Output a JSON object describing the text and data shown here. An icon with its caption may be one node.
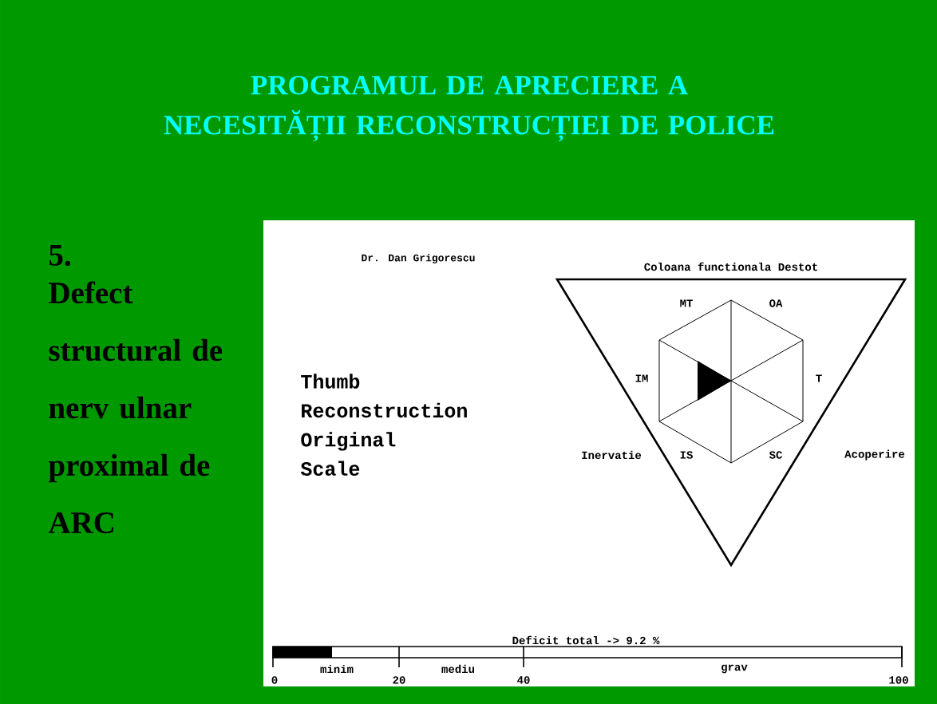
{
  "diagram": {
    "title": "PROGRAMUL DE APRECIERE A NECESITĂȚII RECONSTRUCȚIEI DE POLICE",
    "labels": [
      "5.",
      "Defect structural de nerv ulnar proximal de ARC",
      "Dr. Dan Grigorescu",
      "Thumb Reconstruction Original Scale",
      "Coloana functionala Destot",
      "MT",
      "OA",
      "IM",
      "T",
      "Inervatie",
      "IS",
      "SC",
      "Acoperire",
      "Deficit total ->   9.2 %",
      "minim",
      "mediu",
      "grav",
      "0",
      "20",
      "40",
      "100"
    ]
  }
}
